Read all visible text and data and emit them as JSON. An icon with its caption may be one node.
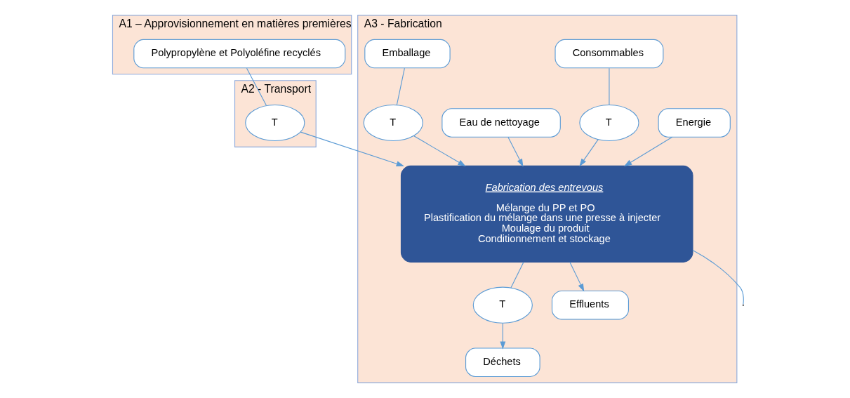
{
  "diagram": {
    "nodes": [
      {
        "text": [
          "A1 – Approvisionnement en matières premières"
        ]
      },
      {
        "text": [
          "Polypropylène et Polyoléfine recyclés"
        ],
        "in": 0
      },
      {
        "text": [
          "A2 - Transport"
        ]
      },
      {
        "text": [
          "T"
        ],
        "in": 2
      },
      {
        "text": [
          "A3 - Fabrication"
        ]
      },
      {
        "text": [
          "Energie"
        ],
        "in": 4
      },
      {
        "text": [
          "Consommables"
        ],
        "in": 4
      },
      {
        "text": [
          "Eau de nettoyage"
        ],
        "in": 4
      },
      {
        "text": [
          "Emballage"
        ],
        "in": 4
      },
      {
        "text": [
          "T"
        ],
        "in": 4
      },
      {
        "text": [
          "T"
        ],
        "in": 4
      },
      {
        "text": [
          "Fabrication des entrevous",
          "Mélange du PP et PO",
          "Plastification du mélange dans une presse à injecter",
          "Moulage du produit",
          "Conditionnement et stockage"
        ],
        "in": 4
      },
      {
        "text": [
          "T"
        ],
        "in": 4
      },
      {
        "text": [
          "Déchets"
        ],
        "in": 4
      },
      {
        "text": [
          "Effluents"
        ],
        "in": 4
      }
    ],
    "edges": [
      {
        "from": 1,
        "to": 3,
        "arrow": "none"
      },
      {
        "from": 3,
        "to": 11,
        "arrow": "to"
      },
      {
        "from": 5,
        "to": 11,
        "arrow": "to"
      },
      {
        "from": 6,
        "to": 9,
        "arrow": "none"
      },
      {
        "from": 9,
        "to": 11,
        "arrow": "to"
      },
      {
        "from": 7,
        "to": 11,
        "arrow": "to"
      },
      {
        "from": 8,
        "to": 10,
        "arrow": "none"
      },
      {
        "from": 10,
        "to": 11,
        "arrow": "to"
      },
      {
        "from": 11,
        "to": 12,
        "arrow": "none"
      },
      {
        "from": 12,
        "to": 13,
        "arrow": "to"
      },
      {
        "from": 11,
        "to": 14,
        "arrow": "to"
      },
      {
        "from": 11,
        "to": null,
        "arrow": "none"
      }
    ]
  }
}
